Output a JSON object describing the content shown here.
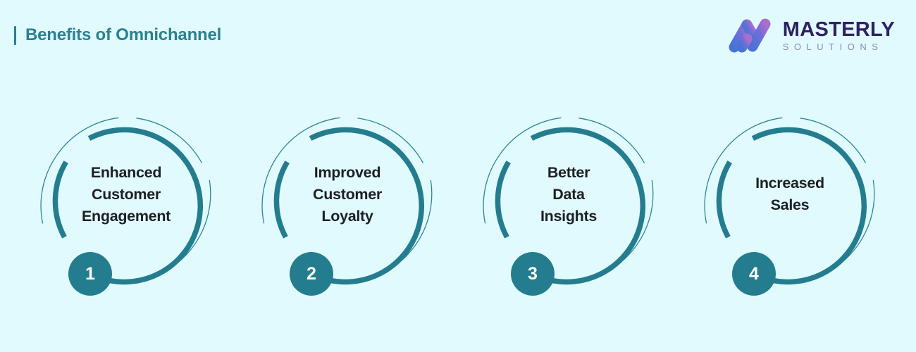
{
  "header": {
    "title": "Benefits of Omnichannel",
    "accent_color": "#2b8091",
    "logo": {
      "name": "MASTERLY",
      "subtitle": "SOLUTIONS",
      "mark_name": "masterly-m-mark",
      "gradient_start": "#4a73d6",
      "gradient_end": "#9b6fd4",
      "name_color": "#2f2163",
      "subtitle_color": "#8b8bb4"
    }
  },
  "theme": {
    "background": "#e1fafd",
    "ring_color": "#247d8e",
    "thin_ring_color": "#2e8694",
    "badge_color": "#247d8e",
    "badge_text_color": "#ffffff",
    "label_color": "#1c2024"
  },
  "cards": [
    {
      "number": "1",
      "label": "Enhanced\nCustomer\nEngagement",
      "lines": [
        "Enhanced",
        "Customer",
        "Engagement"
      ]
    },
    {
      "number": "2",
      "label": "Improved\nCustomer\nLoyalty",
      "lines": [
        "Improved",
        "Customer",
        "Loyalty"
      ]
    },
    {
      "number": "3",
      "label": "Better\nData\nInsights",
      "lines": [
        "Better",
        "Data",
        "Insights"
      ]
    },
    {
      "number": "4",
      "label": "Increased\nSales",
      "lines": [
        "Increased",
        "Sales"
      ]
    }
  ]
}
